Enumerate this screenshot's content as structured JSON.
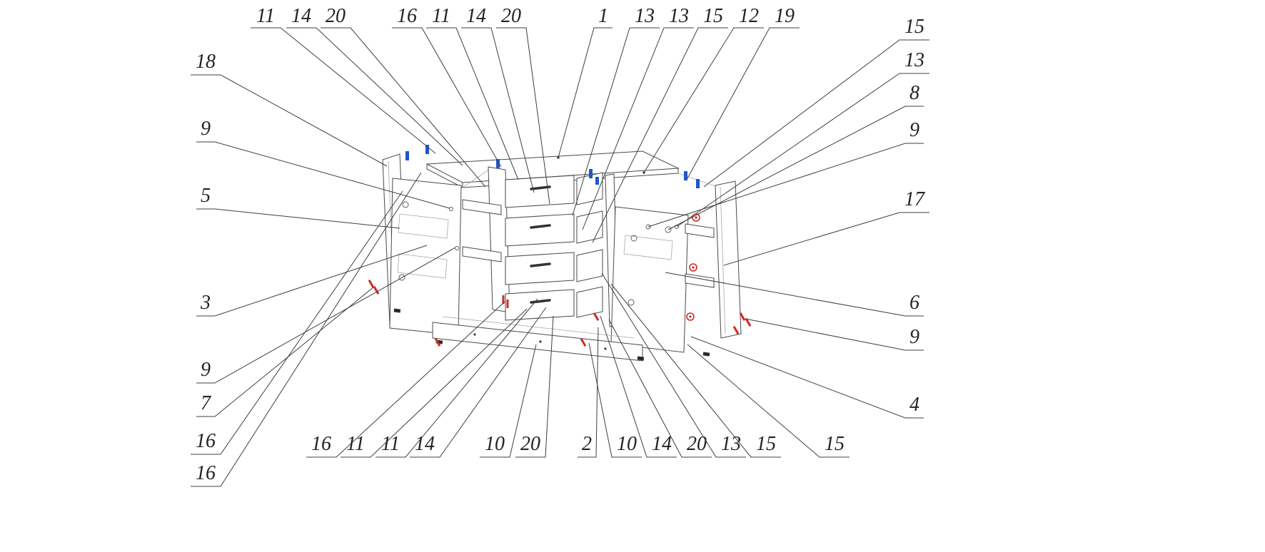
{
  "diagram": {
    "type": "exploded-assembly-drawing",
    "subject": "four-drawer sideboard with two doors",
    "background": "#ffffff",
    "colors": {
      "line": "#4a4a4a",
      "leader": "#3f3f3f",
      "label": "#232323",
      "hardware_blue": "#1f57cc",
      "hardware_red": "#d4281e"
    },
    "callouts": [
      {
        "id": "top-01",
        "text": "11"
      },
      {
        "id": "top-02",
        "text": "14"
      },
      {
        "id": "top-03",
        "text": "20"
      },
      {
        "id": "top-04",
        "text": "16"
      },
      {
        "id": "top-05",
        "text": "11"
      },
      {
        "id": "top-06",
        "text": "14"
      },
      {
        "id": "top-07",
        "text": "20"
      },
      {
        "id": "top-08",
        "text": "1"
      },
      {
        "id": "top-09",
        "text": "13"
      },
      {
        "id": "top-10",
        "text": "13"
      },
      {
        "id": "top-11",
        "text": "15"
      },
      {
        "id": "top-12",
        "text": "12"
      },
      {
        "id": "top-13",
        "text": "19"
      },
      {
        "id": "right-01",
        "text": "15"
      },
      {
        "id": "right-02",
        "text": "13"
      },
      {
        "id": "right-03",
        "text": "8"
      },
      {
        "id": "right-04",
        "text": "9"
      },
      {
        "id": "right-05",
        "text": "17"
      },
      {
        "id": "right-06",
        "text": "6"
      },
      {
        "id": "right-07",
        "text": "9"
      },
      {
        "id": "right-08",
        "text": "4"
      },
      {
        "id": "left-01",
        "text": "18"
      },
      {
        "id": "left-02",
        "text": "9"
      },
      {
        "id": "left-03",
        "text": "5"
      },
      {
        "id": "left-04",
        "text": "3"
      },
      {
        "id": "left-05",
        "text": "9"
      },
      {
        "id": "left-06",
        "text": "7"
      },
      {
        "id": "left-07",
        "text": "16"
      },
      {
        "id": "left-08",
        "text": "16"
      },
      {
        "id": "bottom-01",
        "text": "16"
      },
      {
        "id": "bottom-02",
        "text": "11"
      },
      {
        "id": "bottom-03",
        "text": "11"
      },
      {
        "id": "bottom-04",
        "text": "14"
      },
      {
        "id": "bottom-05",
        "text": "10"
      },
      {
        "id": "bottom-06",
        "text": "20"
      },
      {
        "id": "bottom-07",
        "text": "2"
      },
      {
        "id": "bottom-08",
        "text": "10"
      },
      {
        "id": "bottom-09",
        "text": "14"
      },
      {
        "id": "bottom-10",
        "text": "20"
      },
      {
        "id": "bottom-11",
        "text": "13"
      },
      {
        "id": "bottom-12",
        "text": "15"
      },
      {
        "id": "bottom-13",
        "text": "15"
      }
    ]
  }
}
